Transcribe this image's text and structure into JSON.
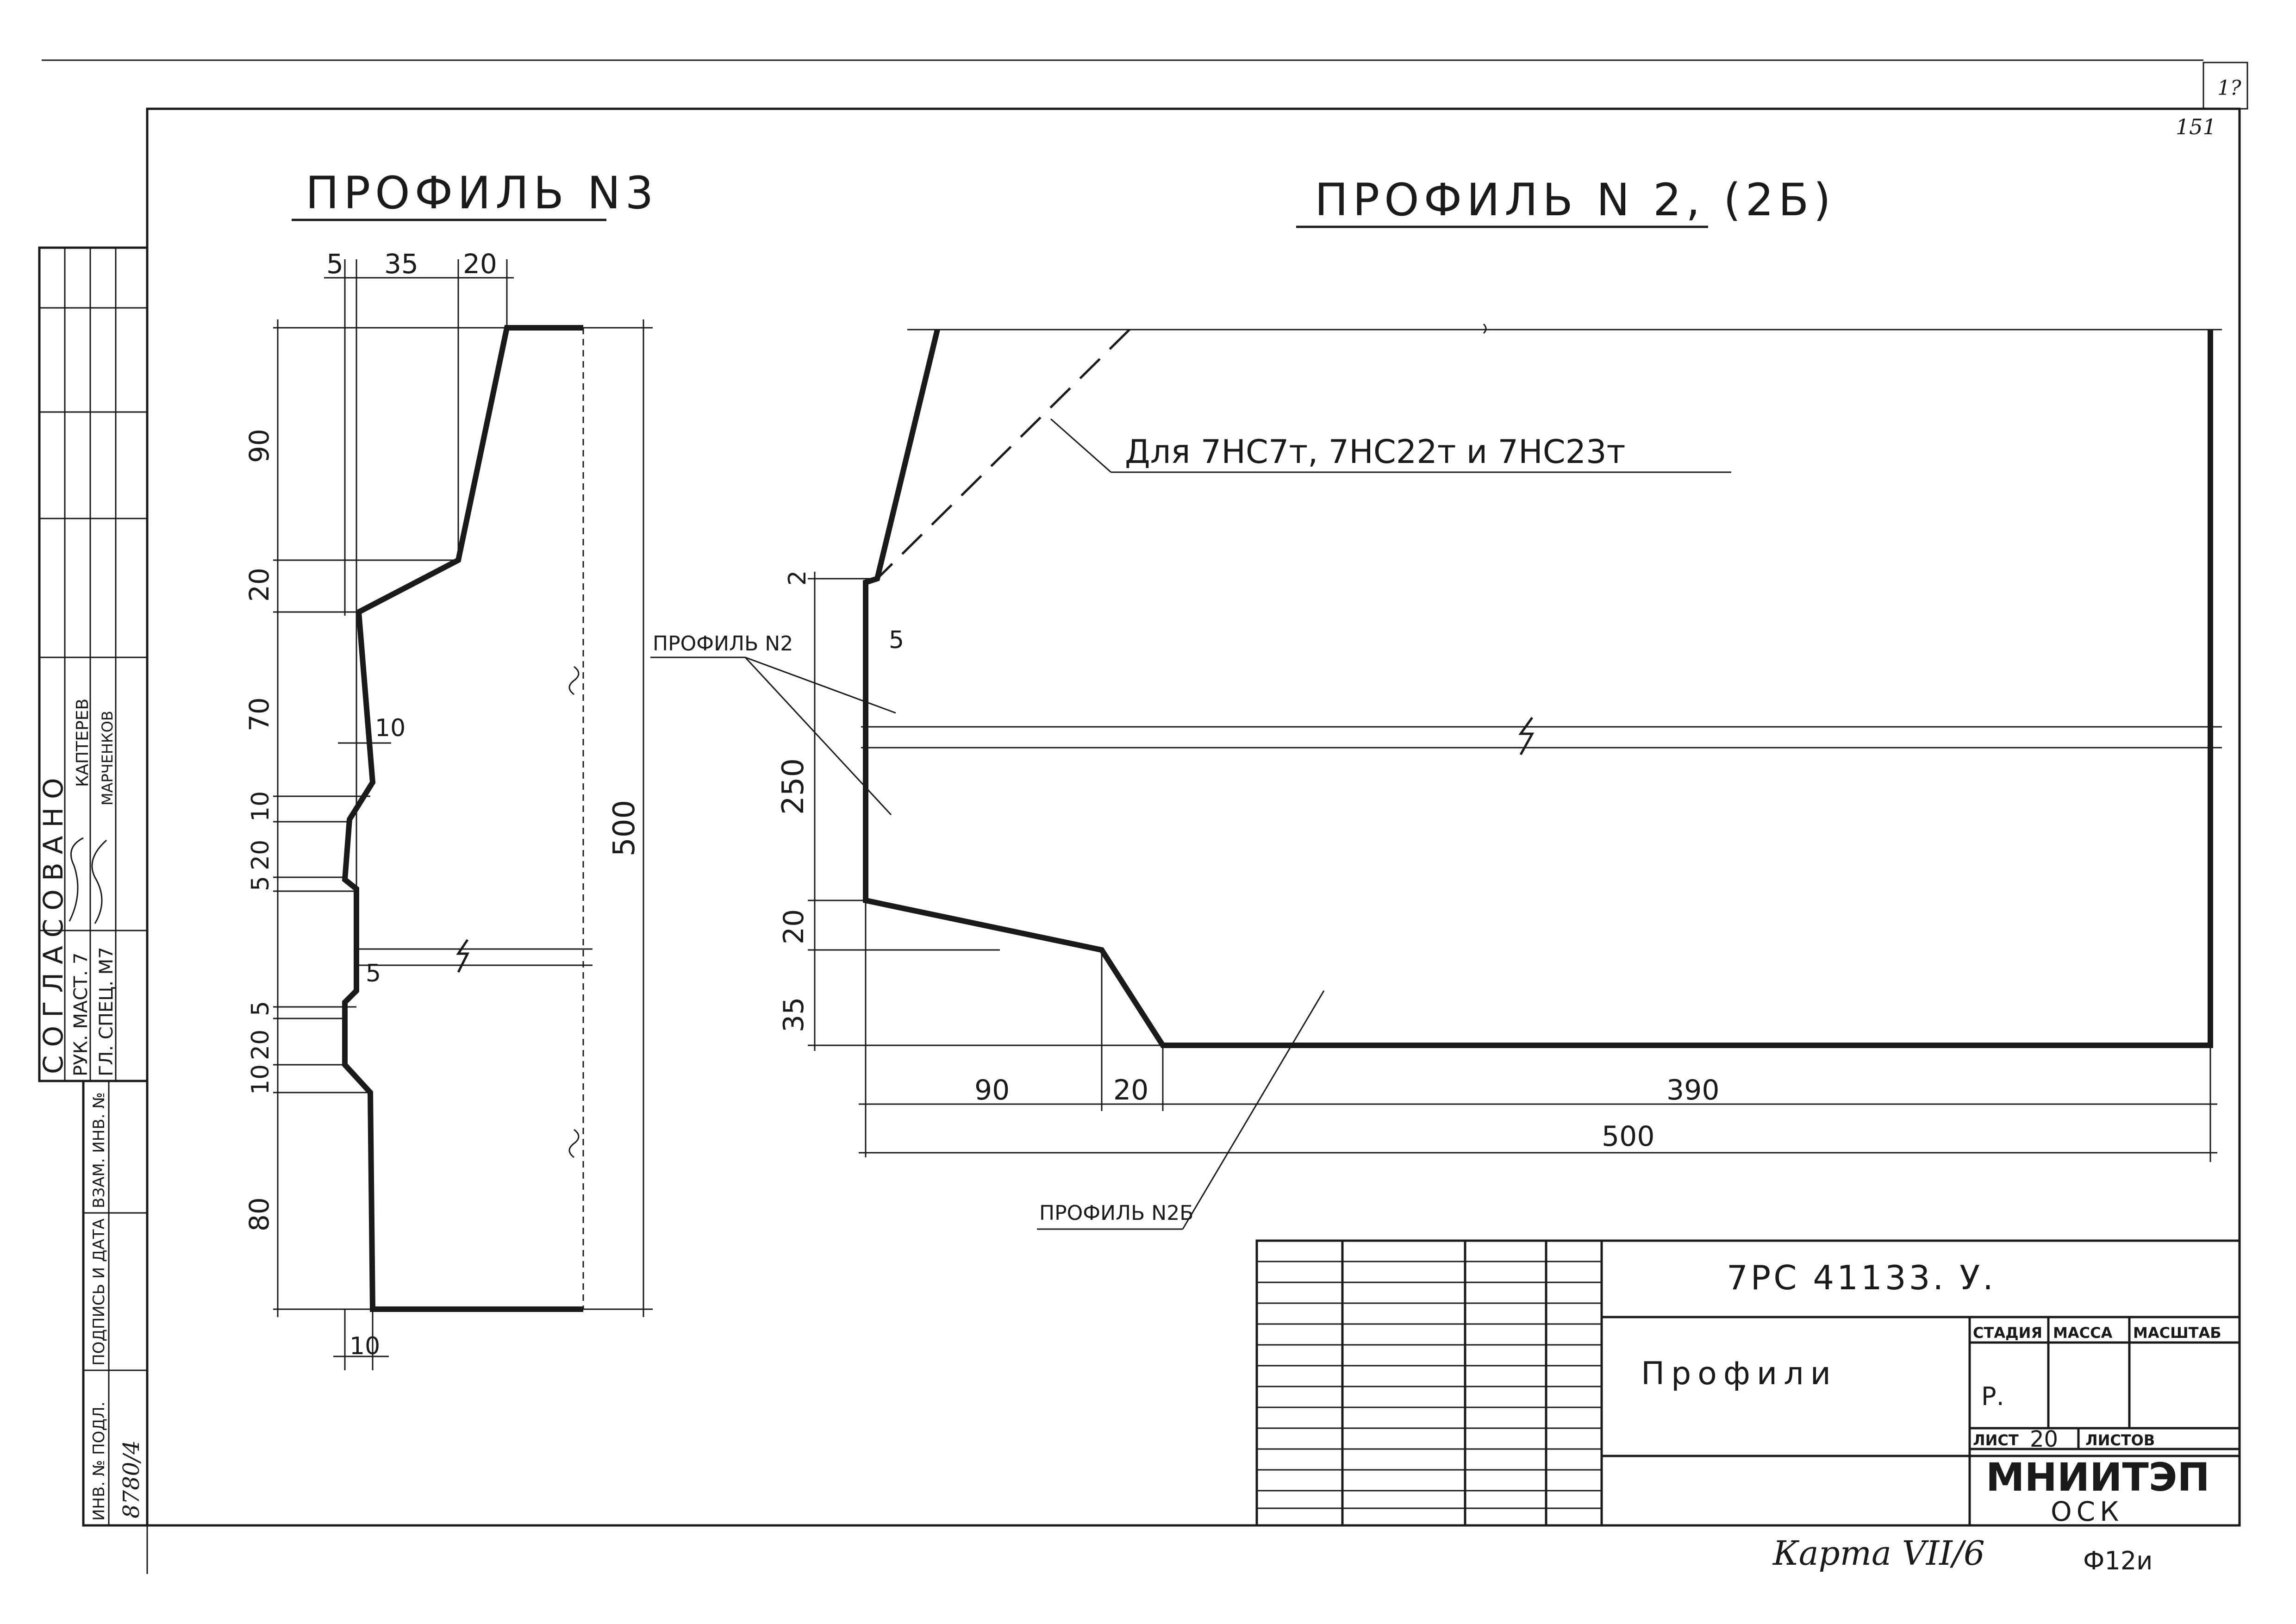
{
  "sheet_number": "151",
  "corner_mark": "1?",
  "profile3": {
    "title": "ПРОФИЛЬ N3",
    "dims_top": [
      "5",
      "35",
      "20"
    ],
    "dims_left": [
      "90",
      "20",
      "70",
      "10",
      "20",
      "5",
      "5",
      "20",
      "10",
      "80"
    ],
    "dim_right": "500",
    "dim_inner_10": "10",
    "dim_inner_5": "5",
    "dim_bottom": "10"
  },
  "profile2": {
    "title": "ПРОФИЛЬ N 2, (2Б)",
    "note": "Для 7НС7т, 7НС22т и 7НС23т",
    "label_n2": "ПРОФИЛЬ N2",
    "label_n2b": "ПРОФИЛЬ N2Б",
    "dims_left": [
      "2",
      "5",
      "250",
      "20",
      "35"
    ],
    "dims_bottom": [
      "90",
      "20",
      "390"
    ],
    "dim_total": "500"
  },
  "approval": {
    "heading": "СОГЛАСОВАНО",
    "rows": [
      {
        "role": "РУК. МАСТ. 7",
        "name": "КАПТЕРЕВ"
      },
      {
        "role": "ГЛ. СПЕЦ. М7",
        "name": "МАРЧЕНКОВ"
      }
    ]
  },
  "side_stamp": {
    "cells": [
      "ВЗАМ. ИНВ. №",
      "ПОДПИСЬ И ДАТА",
      "ИНВ. № ПОДЛ."
    ],
    "signature": "8780/4"
  },
  "title_block": {
    "code": "7РС 41133. У.",
    "name": "Профили",
    "headers": [
      "СТАДИЯ",
      "МАССА",
      "МАСШТАБ"
    ],
    "stage": "Р.",
    "sheet_label": "ЛИСТ",
    "sheet_value": "20",
    "sheets_label": "ЛИСТОВ",
    "org": "МНИИТЭП",
    "dept": "ОСК"
  },
  "footer": {
    "card": "Карта VII/6",
    "format": "Ф12и"
  }
}
